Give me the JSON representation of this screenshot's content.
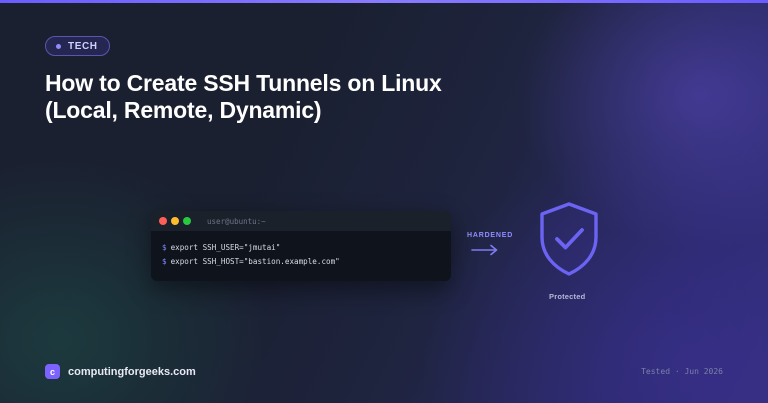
{
  "tag": {
    "label": "TECH"
  },
  "title": "How to Create SSH Tunnels on Linux (Local, Remote, Dynamic)",
  "terminal": {
    "title": "user@ubuntu:~",
    "prompt": "$",
    "lines": [
      "export SSH_USER=\"jmutai\"",
      "export SSH_HOST=\"bastion.example.com\""
    ],
    "lights": [
      "#ff5f57",
      "#febc2e",
      "#28c840"
    ]
  },
  "flow": {
    "label": "HARDENED",
    "arrow_icon": "arrow-right-icon"
  },
  "shield": {
    "icon": "shield-check-icon",
    "label": "Protected",
    "color": "#6b63f2"
  },
  "footer": {
    "logo_letter": "c",
    "site": "computingforgeeks.com",
    "tested": "Tested · Jun 2026"
  },
  "colors": {
    "accent": "#7c63ff",
    "background": "#1a1f2e"
  }
}
